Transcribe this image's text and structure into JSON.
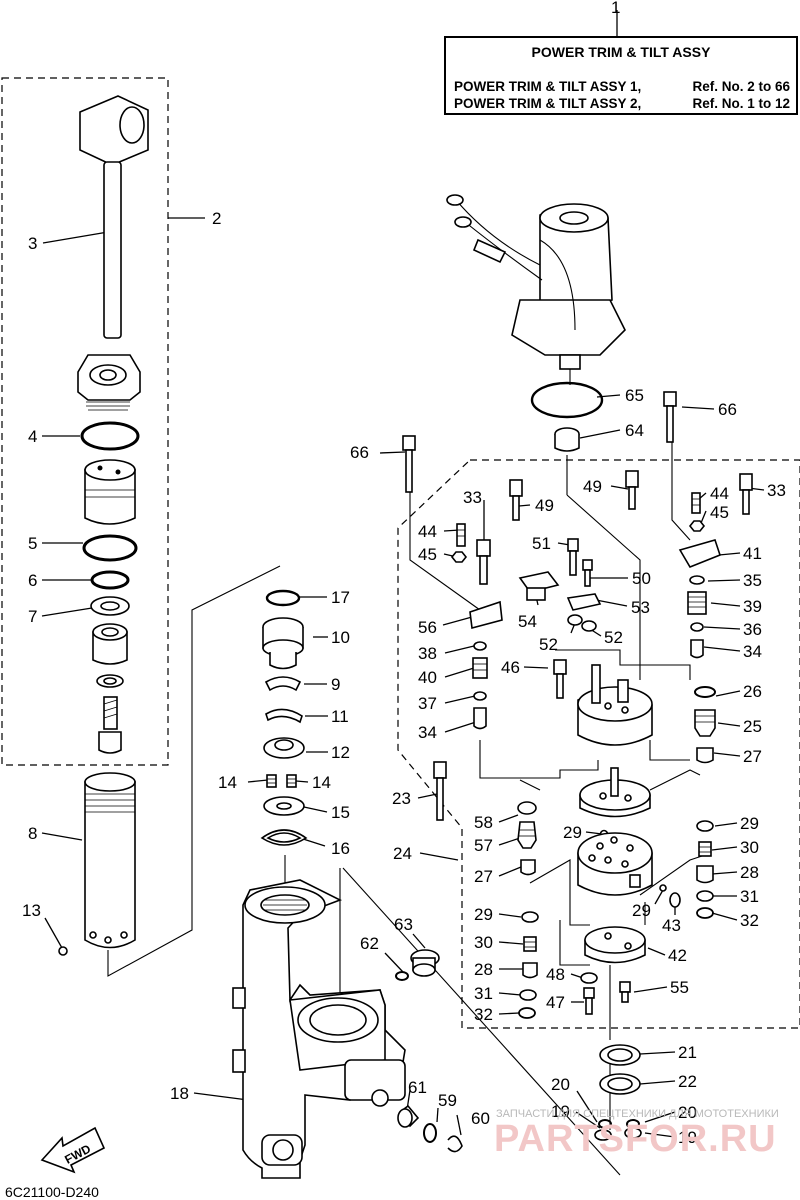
{
  "title_box": {
    "heading": "POWER TRIM &  TILT ASSY",
    "rows": [
      {
        "name": "POWER TRIM & TILT ASSY 1,",
        "ref": "Ref. No. 2 to 66"
      },
      {
        "name": "POWER TRIM & TILT ASSY 2,",
        "ref": "Ref. No. 1 to 12"
      }
    ]
  },
  "callouts": [
    "1",
    "2",
    "3",
    "4",
    "5",
    "6",
    "7",
    "8",
    "13",
    "17",
    "10",
    "9",
    "11",
    "12",
    "14",
    "14",
    "15",
    "16",
    "18",
    "62",
    "63",
    "61",
    "59",
    "60",
    "65",
    "64",
    "66",
    "66",
    "49",
    "33",
    "44",
    "45",
    "51",
    "50",
    "53",
    "54",
    "52",
    "52",
    "56",
    "49",
    "44",
    "45",
    "33",
    "41",
    "35",
    "39",
    "36",
    "34",
    "38",
    "40",
    "46",
    "37",
    "34",
    "26",
    "25",
    "27",
    "23",
    "58",
    "29",
    "57",
    "24",
    "27",
    "29",
    "30",
    "28",
    "31",
    "32",
    "29",
    "43",
    "29",
    "30",
    "28",
    "48",
    "31",
    "47",
    "32",
    "42",
    "55",
    "21",
    "22",
    "20",
    "19",
    "20",
    "19"
  ],
  "fwd_label": "FWD",
  "drawing_code": "6C21100-D240",
  "watermark": {
    "text": "ЗАПЧАСТИ ДЛЯ СПЕЦТЕХНИКИ ДЛЯ МОТОТЕХНИКИ",
    "logo": "PARTSFOR.RU",
    "logo_color": "#f2c7c7"
  },
  "colors": {
    "line": "#000000",
    "background": "#ffffff"
  }
}
